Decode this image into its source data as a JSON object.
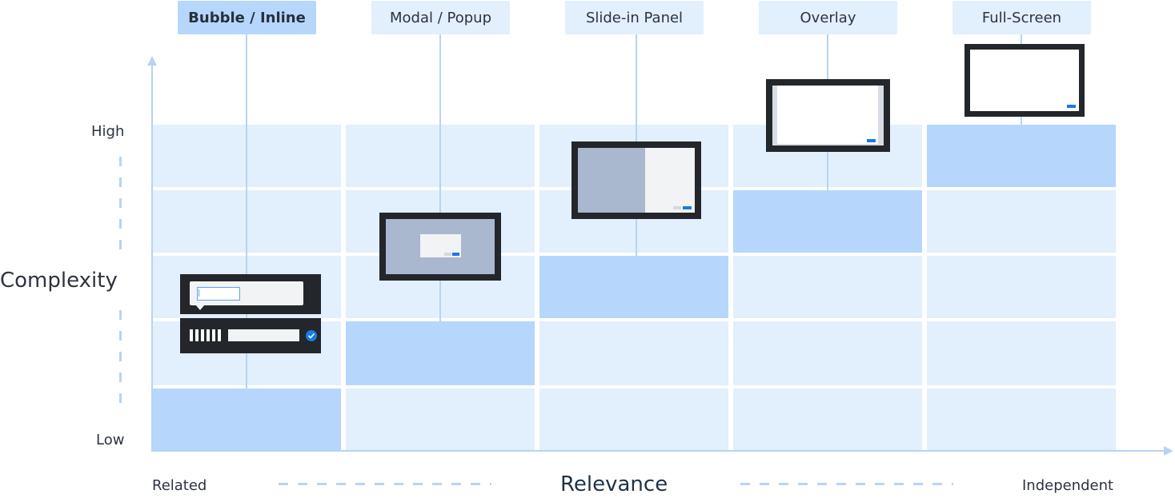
{
  "columns": [
    {
      "label": "Bubble / Inline",
      "active": true
    },
    {
      "label": "Modal / Popup",
      "active": false
    },
    {
      "label": "Slide-in Panel",
      "active": false
    },
    {
      "label": "Overlay",
      "active": false
    },
    {
      "label": "Full-Screen",
      "active": false
    }
  ],
  "y_axis": {
    "title": "Complexity",
    "high_label": "High",
    "low_label": "Low"
  },
  "x_axis": {
    "title": "Relevance",
    "left_label": "Related",
    "right_label": "Independent"
  },
  "grid": {
    "rows": 5,
    "cols": 5,
    "highlighted_row_from_bottom_per_col": [
      1,
      2,
      3,
      4,
      5
    ]
  },
  "colors": {
    "cell": "#e2effc",
    "highlight": "#b6d7fb",
    "axis": "#b6d4f5",
    "frame": "#23262b",
    "accent": "#1a7ae6"
  },
  "icons": [
    "bubble-inline-illustration",
    "modal-illustration",
    "slide-in-panel-illustration",
    "overlay-illustration",
    "full-screen-illustration"
  ]
}
